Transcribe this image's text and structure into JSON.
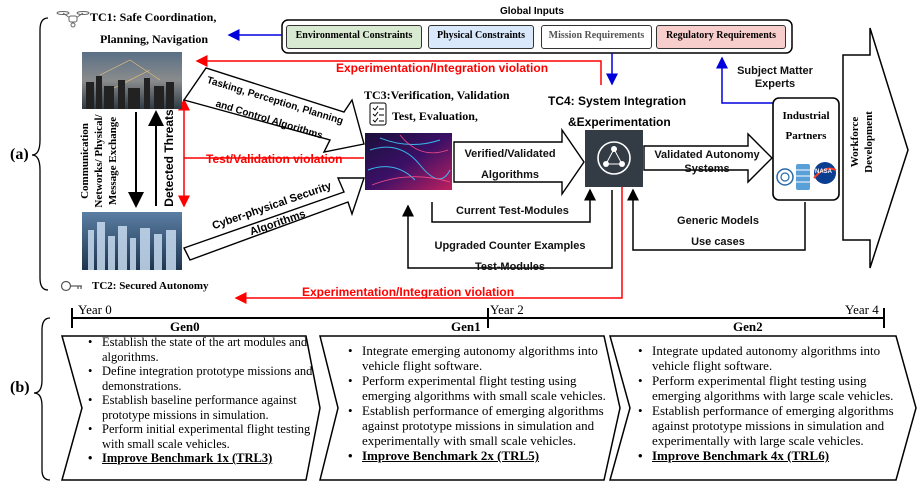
{
  "part_a_label": "(a)",
  "part_b_label": "(b)",
  "global_inputs": {
    "title": "Global Inputs",
    "items": [
      "Environmental Constraints",
      "Physical Constraints",
      "Mission Requirements",
      "Regulatory Requirements"
    ]
  },
  "tc1": {
    "line1": "TC1: Safe Coordination,",
    "line2": "Planning, Navigation"
  },
  "tc2": {
    "label": "TC2: Secured Autonomy"
  },
  "tc3": {
    "line1": "TC3:Verification, Validation",
    "line2": "Test, Evaluation,"
  },
  "tc4": {
    "line1": "TC4: System Integration",
    "line2": "&Experimentation"
  },
  "comm_label": {
    "line1": "Communication",
    "line2": "Networks/ Physical/",
    "line3": "Message Exchange"
  },
  "detected_threats": "Detected Threats",
  "tasking": {
    "line1": "Tasking, Perception, Planning",
    "line2": "and Control Algorithms"
  },
  "cyber": {
    "line1": "Cyber-physical Security",
    "line2": "Algorithms"
  },
  "verified": {
    "line1": "Verified/Validated",
    "line2": "Algorithms"
  },
  "validated": {
    "line1": "Validated Autonomy",
    "line2": "Systems"
  },
  "exp_violation": "Experimentation/Integration violation",
  "test_violation": "Test/Validation violation",
  "exp_violation_bottom": "Experimentation/Integration violation",
  "current_test": "Current Test-Modules",
  "upgraded": {
    "line1": "Upgraded Counter Examples",
    "line2": "Test-Modules"
  },
  "generic": {
    "line1": "Generic Models",
    "line2": "Use cases"
  },
  "sme": {
    "line1": "Subject Matter",
    "line2": "Experts"
  },
  "industrial": {
    "line1": "Industrial",
    "line2": "Partners"
  },
  "workforce": {
    "line1": "Workforce",
    "line2": "Development"
  },
  "nasa_logo": "NASA",
  "years": [
    "Year 0",
    "Year 2",
    "Year 4"
  ],
  "gens": [
    {
      "title": "Gen0",
      "items": [
        "Establish the state of the art modules and algorithms.",
        "Define integration prototype missions and demonstrations.",
        "Establish baseline performance against prototype missions in simulation.",
        "Perform initial experimental flight testing with small scale vehicles."
      ],
      "benchmark": "Improve Benchmark 1x (TRL3)"
    },
    {
      "title": "Gen1",
      "items": [
        "Integrate emerging autonomy algorithms into vehicle flight software.",
        "Perform experimental flight testing using emerging algorithms with small scale vehicles.",
        "Establish performance of emerging algorithms against prototype missions in simulation and experimentally with small scale vehicles."
      ],
      "benchmark": "Improve Benchmark 2x (TRL5)"
    },
    {
      "title": "Gen2",
      "items": [
        "Integrate updated autonomy algorithms into vehicle flight software.",
        "Perform experimental flight testing using emerging algorithms with large scale vehicles.",
        "Establish performance of emerging algorithms against prototype missions in simulation and experimentally with large scale vehicles."
      ],
      "benchmark": "Improve Benchmark 4x (TRL6)"
    }
  ],
  "colors": {
    "env": "#d9ead3",
    "physical": "#dae8fc",
    "mission": "#ffffff",
    "regulatory": "#f8cecc",
    "red": "#ff0000",
    "blue": "#0000dd"
  }
}
